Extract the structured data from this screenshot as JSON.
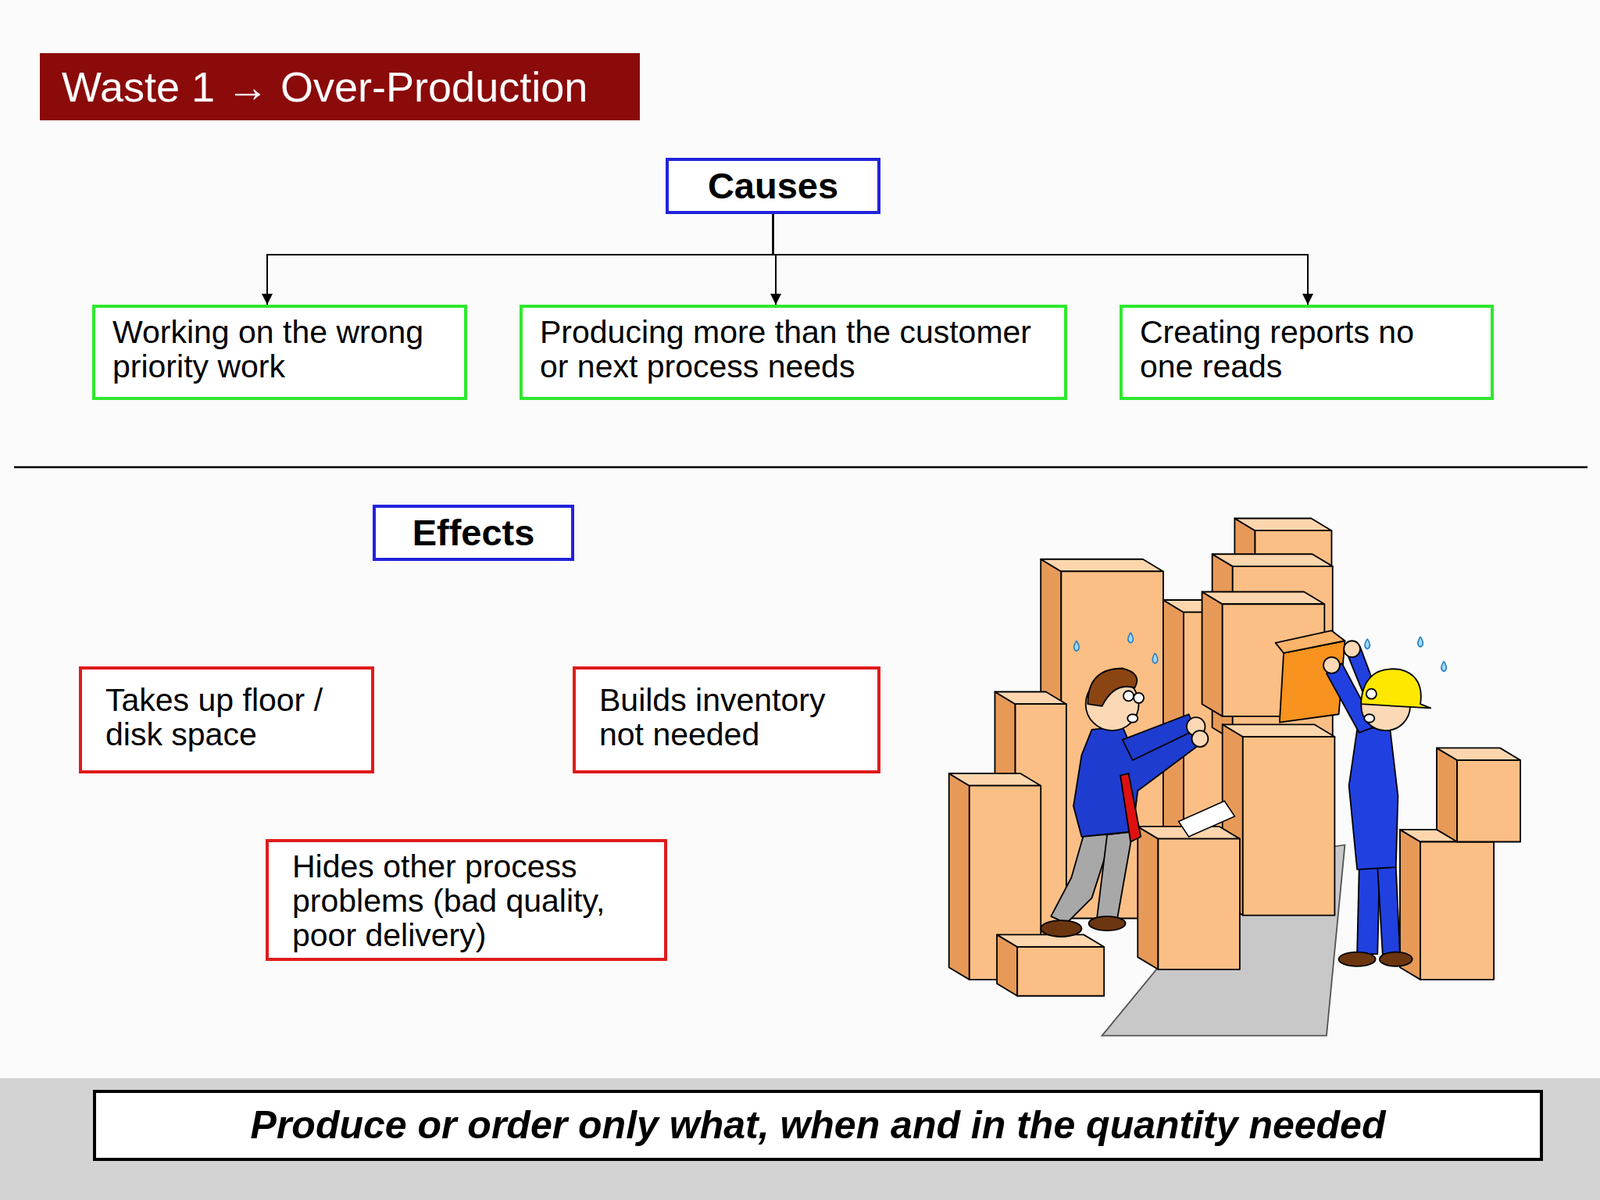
{
  "diagram": {
    "title": "Waste 1 → Over-Production",
    "nodes": [
      {
        "text": [
          "Causes"
        ]
      },
      {
        "text": [
          "Working on the wrong priority work"
        ]
      },
      {
        "text": [
          "Producing more than the customer or next process needs"
        ]
      },
      {
        "text": [
          "Creating reports no one reads"
        ]
      },
      {
        "text": [
          "Effects"
        ]
      },
      {
        "text": [
          "Takes up floor / disk space"
        ]
      },
      {
        "text": [
          "Builds inventory not needed"
        ]
      },
      {
        "text": [
          "Hides other process problems (bad quality, poor delivery)"
        ]
      },
      {
        "text": [
          "Produce or order only what, when and in the quantity needed"
        ]
      }
    ],
    "edges": [
      {
        "from": 0,
        "to": 1,
        "arrow": "to"
      },
      {
        "from": 0,
        "to": 2,
        "arrow": "to"
      },
      {
        "from": 0,
        "to": 3,
        "arrow": "to"
      }
    ]
  }
}
